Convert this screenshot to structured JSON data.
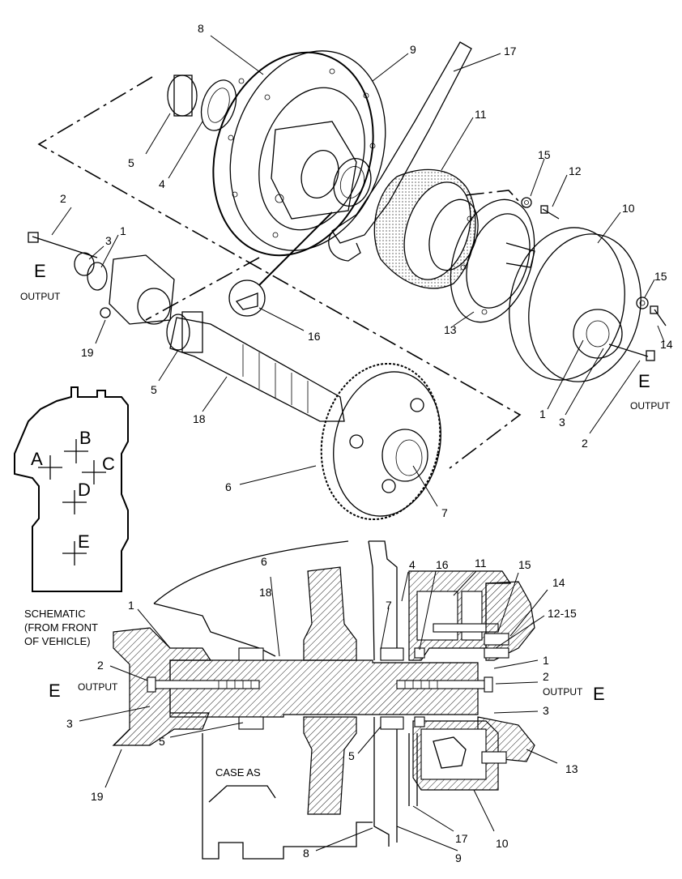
{
  "callouts": {
    "c1": "1",
    "c2": "2",
    "c3": "3",
    "c4": "4",
    "c5": "5",
    "c6": "6",
    "c7": "7",
    "c8": "8",
    "c9": "9",
    "c10": "10",
    "c11": "11",
    "c12": "12",
    "c13": "13",
    "c14": "14",
    "c15": "15",
    "c16": "16",
    "c17": "17",
    "c18": "18",
    "c19": "19",
    "c12_15": "12-15"
  },
  "labels": {
    "e": "E",
    "output": "OUTPUT",
    "case": "CASE AS"
  },
  "schematic": {
    "a": "A",
    "b": "B",
    "c": "C",
    "d": "D",
    "e": "E",
    "caption_line1": "SCHEMATIC",
    "caption_line2": "(FROM FRONT",
    "caption_line3": "OF VEHICLE)"
  }
}
